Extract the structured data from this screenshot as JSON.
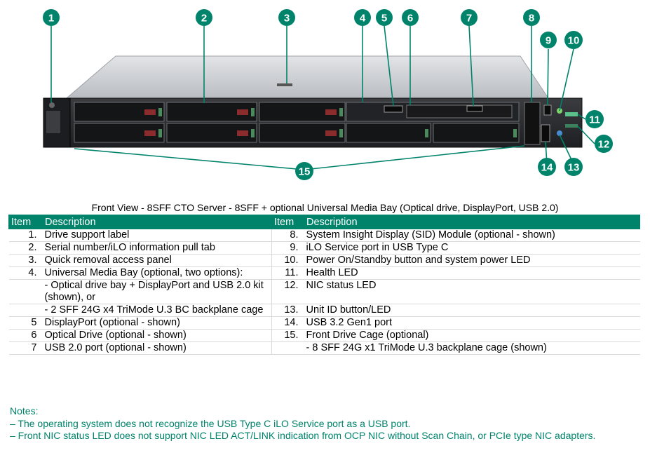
{
  "figure": {
    "callouts": [
      "1",
      "2",
      "3",
      "4",
      "5",
      "6",
      "7",
      "8",
      "9",
      "10",
      "11",
      "12",
      "13",
      "14",
      "15"
    ]
  },
  "caption": "Front View - 8SFF CTO Server - 8SFF + optional Universal Media Bay (Optical drive, DisplayPort, USB 2.0)",
  "table": {
    "headers": [
      "Item",
      "Description",
      "Item",
      "Description"
    ],
    "rows": [
      {
        "left_num": "1.",
        "left_desc": "Drive support label",
        "right_num": "8.",
        "right_desc": "System Insight Display (SID) Module (optional - shown)"
      },
      {
        "left_num": "2.",
        "left_desc": "Serial number/iLO information pull tab",
        "right_num": "9.",
        "right_desc": "iLO Service port in USB Type C"
      },
      {
        "left_num": "3.",
        "left_desc": "Quick removal access panel",
        "right_num": "10.",
        "right_desc": "Power On/Standby button and system power LED"
      },
      {
        "left_num": "4.",
        "left_desc": "Universal Media Bay (optional, two options):",
        "right_num": "11.",
        "right_desc": "Health LED"
      },
      {
        "left_num": "",
        "left_desc": "- Optical drive bay + DisplayPort and USB 2.0 kit (shown), or",
        "right_num": "12.",
        "right_desc": "NIC status LED"
      },
      {
        "left_num": "",
        "left_desc": "- 2 SFF 24G x4 TriMode U.3 BC backplane cage",
        "right_num": "13.",
        "right_desc": "Unit ID button/LED"
      },
      {
        "left_num": "5",
        "left_desc": "DisplayPort (optional - shown)",
        "right_num": "14.",
        "right_desc": "USB 3.2 Gen1 port"
      },
      {
        "left_num": "6",
        "left_desc": "Optical Drive (optional - shown)",
        "right_num": "15.",
        "right_desc": "Front Drive Cage (optional)"
      },
      {
        "left_num": "7",
        "left_desc": "USB 2.0 port (optional - shown)",
        "right_num": "",
        "right_desc": "- 8 SFF 24G x1 TriMode U.3 backplane cage (shown)"
      }
    ]
  },
  "notes": {
    "title": "Notes:",
    "items": [
      "– The operating system does not recognize the USB Type C iLO Service port as a USB port.",
      "– Front NIC status LED does not support NIC LED ACT/LINK indication from OCP NIC without Scan Chain, or PCIe type NIC adapters."
    ]
  },
  "colors": {
    "accent": "#00836b",
    "chassis": "#2b2d30",
    "lid": "#c9ccd0"
  }
}
